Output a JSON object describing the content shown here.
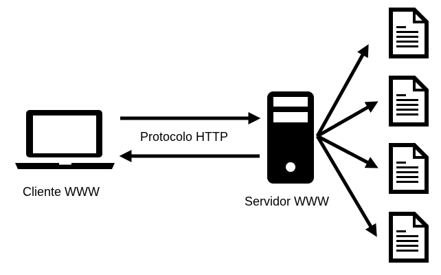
{
  "labels": {
    "client": "Cliente WWW",
    "protocol": "Protocolo HTTP",
    "server": "Servidor WWW"
  },
  "icons": {
    "client": "laptop-icon",
    "server": "server-tower-icon",
    "documents": [
      "document-icon",
      "document-icon",
      "document-icon",
      "document-icon"
    ]
  },
  "colors": {
    "ink": "#000000",
    "background": "#ffffff"
  }
}
